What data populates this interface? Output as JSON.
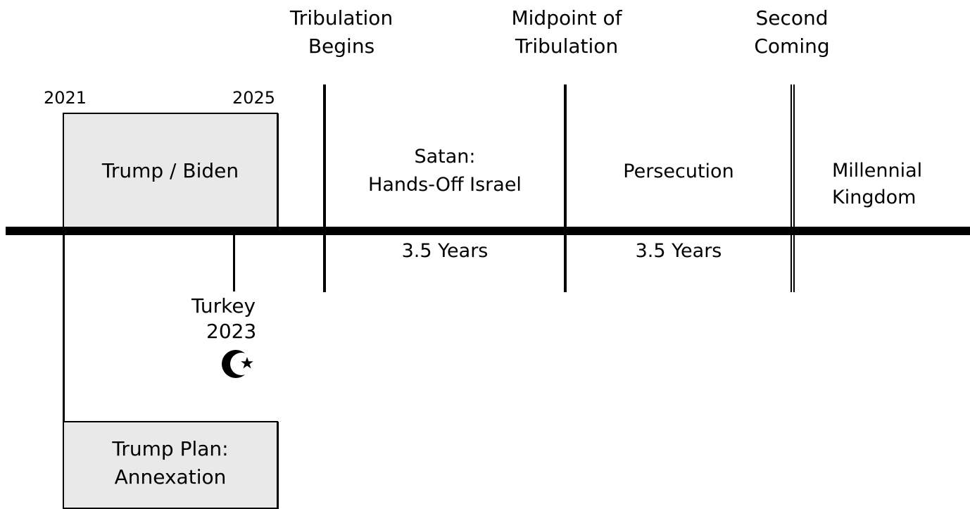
{
  "timeline": {
    "headers": {
      "tribulation_begins": "Tribulation\nBegins",
      "midpoint": "Midpoint of\nTribulation",
      "second_coming": "Second\nComing"
    },
    "years": {
      "start": "2021",
      "end": "2025"
    },
    "boxes": {
      "top": "Trump / Biden",
      "bottom": "Trump Plan:\nAnnexation"
    },
    "periods": {
      "first_half": "Satan:\nHands-Off Israel",
      "second_half": "Persecution",
      "millennium": "Millennial\nKingdom"
    },
    "durations": {
      "first_half": "3.5 Years",
      "second_half": "3.5 Years"
    },
    "event": {
      "name": "Turkey",
      "year": "2023",
      "icon": "crescent-star-icon"
    }
  }
}
